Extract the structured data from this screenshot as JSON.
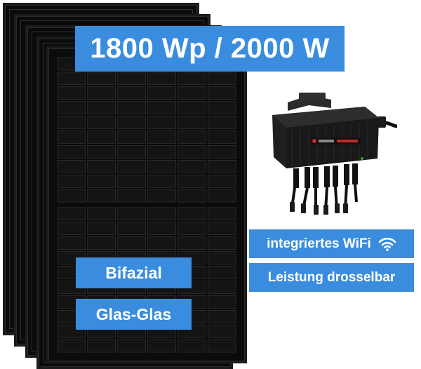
{
  "headline": "1800 Wp / 2000 W",
  "features": {
    "bifazial": "Bifazial",
    "glas_glas": "Glas-Glas"
  },
  "inverter_features": {
    "wifi": "integriertes WiFi",
    "drosselbar": "Leistung drosselbar"
  },
  "icons": {
    "wifi": "wifi-icon"
  },
  "colors": {
    "accent": "#3a8dde",
    "panel": "#0b0b0b",
    "inverter": "#1f1f1f"
  }
}
